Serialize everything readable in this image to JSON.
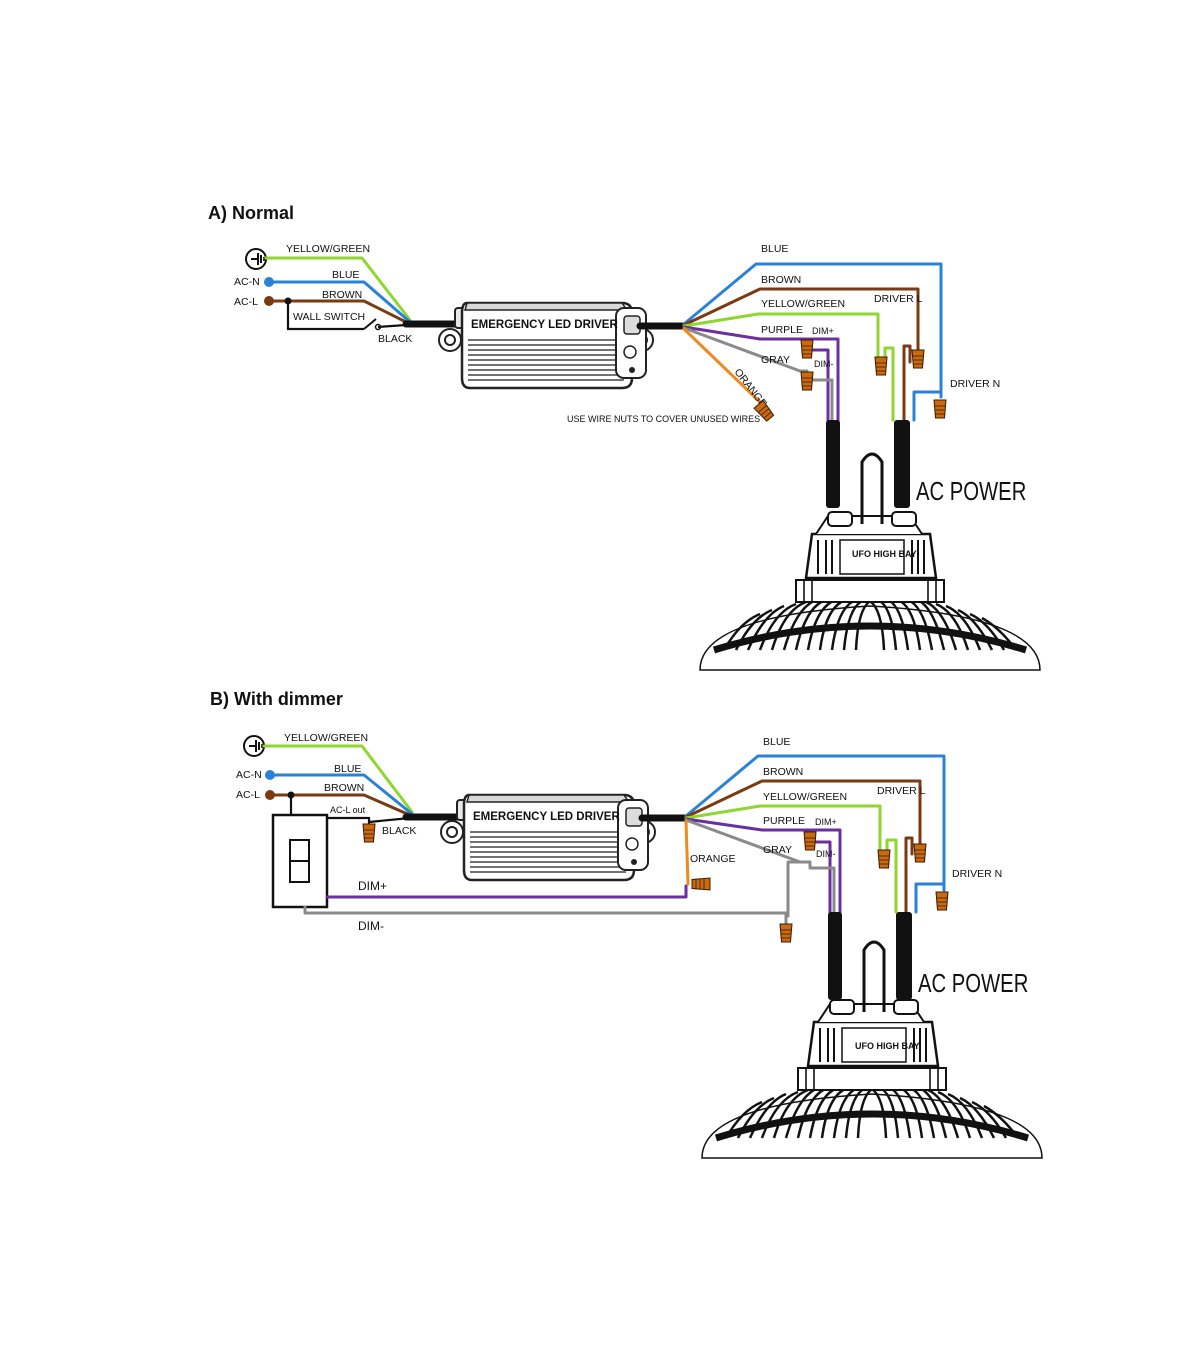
{
  "sections": {
    "a": {
      "title": "A) Normal",
      "input_wires": {
        "ground": "YELLOW/GREEN",
        "neutral": "BLUE",
        "line": "BROWN"
      },
      "terminals": {
        "ac_n": "AC-N",
        "ac_l": "AC-L"
      },
      "switch_label": "WALL SWITCH",
      "black_label": "BLACK",
      "driver_label": "EMERGENCY LED DRIVER",
      "output_wires": {
        "blue": "BLUE",
        "brown": "BROWN",
        "yellow_green": "YELLOW/GREEN",
        "purple": "PURPLE",
        "gray": "GRAY",
        "orange": "ORANGE"
      },
      "connectors": {
        "dim_plus": "DIM+",
        "dim_minus": "DIM-",
        "driver_l": "DRIVER L",
        "driver_n": "DRIVER N"
      },
      "note": "USE WIRE NUTS TO COVER UNUSED WIRES",
      "ac_power": "AC POWER",
      "fixture_label": "UFO HIGH BAY"
    },
    "b": {
      "title": "B) With dimmer",
      "input_wires": {
        "ground": "YELLOW/GREEN",
        "neutral": "BLUE",
        "line": "BROWN"
      },
      "terminals": {
        "ac_n": "AC-N",
        "ac_l": "AC-L"
      },
      "acl_out": "AC-L out",
      "black_label": "BLACK",
      "driver_label": "EMERGENCY LED DRIVER",
      "output_wires": {
        "blue": "BLUE",
        "brown": "BROWN",
        "yellow_green": "YELLOW/GREEN",
        "purple": "PURPLE",
        "gray": "GRAY",
        "orange": "ORANGE"
      },
      "connectors": {
        "dim_plus": "DIM+",
        "dim_minus": "DIM-",
        "driver_l": "DRIVER L",
        "driver_n": "DRIVER N"
      },
      "dimmer_wires": {
        "dim_plus": "DIM+",
        "dim_minus": "DIM-"
      },
      "ac_power": "AC POWER",
      "fixture_label": "UFO HIGH BAY"
    }
  },
  "colors": {
    "yellow_green": "#8fd630",
    "blue": "#2a82d8",
    "brown": "#7a3a12",
    "purple": "#6b2fa0",
    "gray": "#8a8a8a",
    "orange": "#f08a1c",
    "black": "#111111",
    "wire_nut": "#c96a10"
  }
}
